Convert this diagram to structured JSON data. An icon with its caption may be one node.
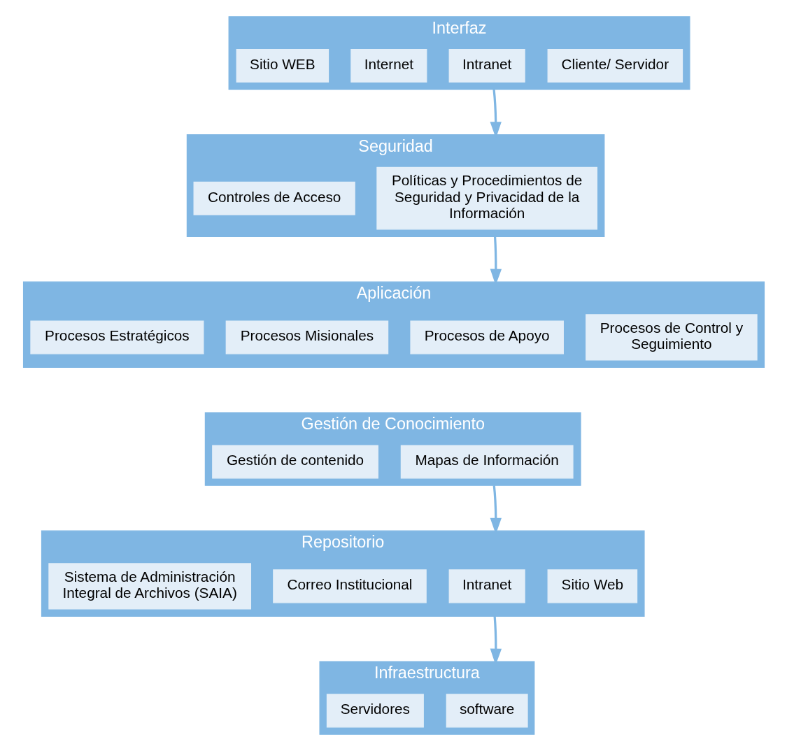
{
  "diagram": {
    "nodes": [
      {
        "text": [
          "Interfaz"
        ]
      },
      {
        "text": [
          "Sitio WEB"
        ],
        "in": 0
      },
      {
        "text": [
          "Internet"
        ],
        "in": 0
      },
      {
        "text": [
          "Intranet"
        ],
        "in": 0
      },
      {
        "text": [
          "Cliente/ Servidor"
        ],
        "in": 0
      },
      {
        "text": [
          "Seguridad"
        ]
      },
      {
        "text": [
          "Controles de Acceso"
        ],
        "in": 5
      },
      {
        "text": [
          "Políticas y Procedimientos de Seguridad y Privacidad de la Información"
        ],
        "in": 5
      },
      {
        "text": [
          "Aplicación"
        ]
      },
      {
        "text": [
          "Procesos Estratégicos"
        ],
        "in": 8
      },
      {
        "text": [
          "Procesos Misionales"
        ],
        "in": 8
      },
      {
        "text": [
          "Procesos de Apoyo"
        ],
        "in": 8
      },
      {
        "text": [
          "Procesos de Control y Seguimiento"
        ],
        "in": 8
      },
      {
        "text": [
          "Gestión de Conocimiento"
        ]
      },
      {
        "text": [
          "Gestión de contenido"
        ],
        "in": 13
      },
      {
        "text": [
          "Mapas de Información"
        ],
        "in": 13
      },
      {
        "text": [
          "Repositorio"
        ]
      },
      {
        "text": [
          "Sistema de Administración Integral de Archivos (SAIA)"
        ],
        "in": 16
      },
      {
        "text": [
          "Correo Institucional"
        ],
        "in": 16
      },
      {
        "text": [
          "Intranet"
        ],
        "in": 16
      },
      {
        "text": [
          "Sitio Web"
        ],
        "in": 16
      },
      {
        "text": [
          "Infraestructura"
        ]
      },
      {
        "text": [
          "Servidores"
        ],
        "in": 21
      },
      {
        "text": [
          "software"
        ],
        "in": 21
      }
    ],
    "edges": [
      {
        "from": 0,
        "to": 5,
        "arrow": "to"
      },
      {
        "from": 5,
        "to": 8,
        "arrow": "to"
      },
      {
        "from": 13,
        "to": 16,
        "arrow": "to"
      },
      {
        "from": 16,
        "to": 21,
        "arrow": "to"
      }
    ]
  }
}
